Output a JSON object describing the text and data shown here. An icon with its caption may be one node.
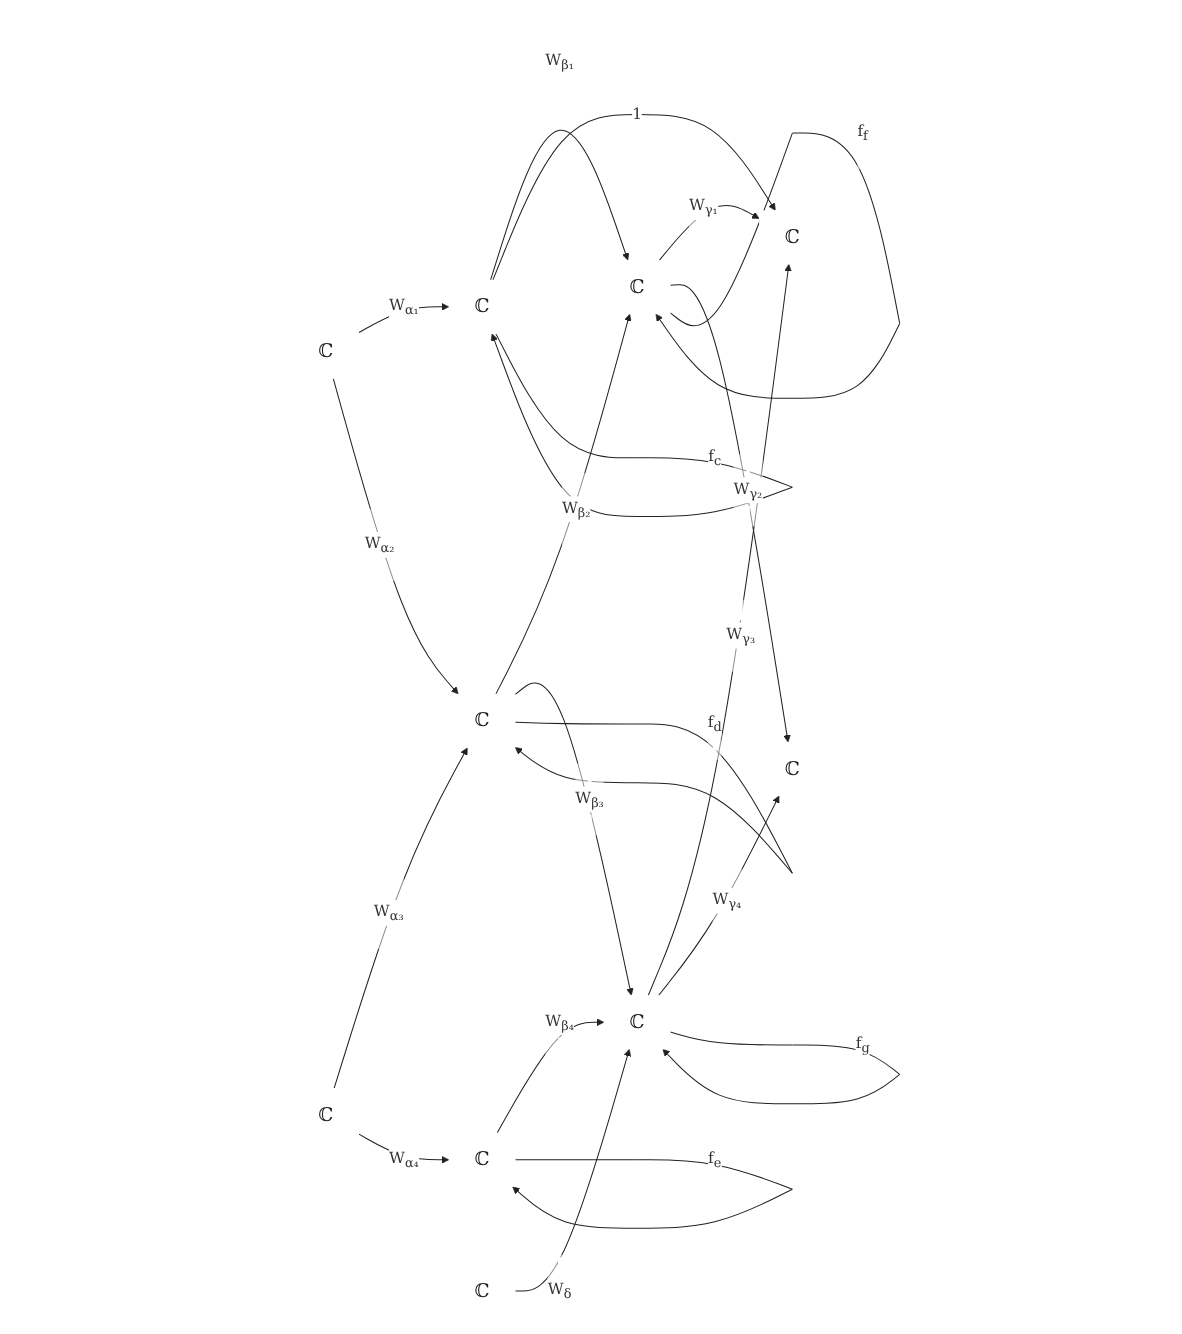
{
  "diagram": {
    "nodes": [
      {
        "text": [
          "ℂ"
        ]
      },
      {
        "text": [
          "ℂ"
        ]
      },
      {
        "text": [
          "ℂ"
        ]
      },
      {
        "text": [
          "ℂ"
        ]
      },
      {
        "text": [
          "ℂ"
        ]
      },
      {
        "text": [
          "ℂ"
        ]
      },
      {
        "text": [
          "ℂ"
        ]
      },
      {
        "text": [
          "ℂ"
        ]
      },
      {
        "text": [
          "ℂ"
        ]
      },
      {
        "text": [
          "ℂ"
        ]
      }
    ],
    "edges": [
      {
        "from": 1,
        "to": 0,
        "arrow": "to",
        "label": "W$_{α₁}$"
      },
      {
        "from": 1,
        "to": 4,
        "arrow": "to",
        "label": "W$_{α₂}$"
      },
      {
        "from": 5,
        "to": 4,
        "arrow": "to",
        "label": "W$_{α₃}$"
      },
      {
        "from": 5,
        "to": 8,
        "arrow": "to",
        "label": "W$_{α₄}$"
      },
      {
        "from": 0,
        "to": 2,
        "arrow": "to",
        "label": "W$_{β₁}$"
      },
      {
        "from": 0,
        "to": 3,
        "arrow": "to",
        "label": "1"
      },
      {
        "from": 4,
        "to": 2,
        "arrow": "to",
        "label": "W$_{β₂}$"
      },
      {
        "from": 4,
        "to": 6,
        "arrow": "to",
        "label": "W$_{β₃}$"
      },
      {
        "from": 8,
        "to": 6,
        "arrow": "to",
        "label": "W$_{β₄}$"
      },
      {
        "from": 9,
        "to": 6,
        "arrow": "to",
        "label": "W$_{δ}$"
      },
      {
        "from": 2,
        "to": 3,
        "arrow": "to",
        "label": "W$_{γ₁}$"
      },
      {
        "from": 2,
        "to": 7,
        "arrow": "to",
        "label": "W$_{γ₂}$"
      },
      {
        "from": 6,
        "to": 3,
        "arrow": "to",
        "label": "W$_{γ₃}$"
      },
      {
        "from": 6,
        "to": 7,
        "arrow": "to",
        "label": "W$_{γ₄}$"
      },
      {
        "from": 0,
        "to": 0,
        "arrow": "to",
        "label": "f$_{c}$"
      },
      {
        "from": 4,
        "to": 4,
        "arrow": "to",
        "label": "f$_{d}$"
      },
      {
        "from": 8,
        "to": 8,
        "arrow": "to",
        "label": "f$_{e}$"
      },
      {
        "from": 2,
        "to": 2,
        "arrow": "to",
        "label": "f$_{f}$"
      },
      {
        "from": 6,
        "to": 6,
        "arrow": "to",
        "label": "f$_{g}$"
      }
    ]
  }
}
